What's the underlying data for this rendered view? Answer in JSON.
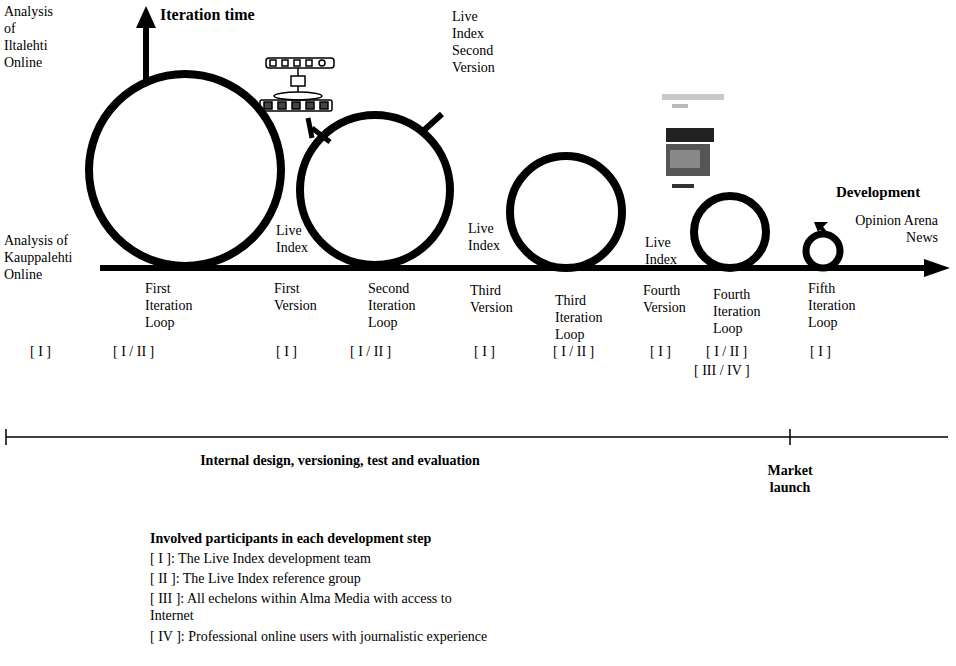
{
  "diagram": {
    "labels": [
      "Analysis of Iltalehti Online",
      "Iteration time",
      "Live Index Second Version",
      "Analysis of Kauppalehti Online",
      "Development",
      "Opinion Arena News",
      "First Iteration Loop",
      "Live Index",
      "First Version",
      "Second Iteration Loop",
      "Live Index",
      "Third Version",
      "Third Iteration Loop",
      "Live Index",
      "Fourth Version",
      "Fourth Iteration Loop",
      "Fifth Iteration Loop",
      "[ I ]",
      "[ I / II ]",
      "[ I ]",
      "[ I / II ]",
      "[ I ]",
      "[ I / II ]",
      "[ I ]",
      "[ I / II ]",
      "[ III / IV ]",
      "[ I ]",
      "Internal design, versioning, test and evaluation",
      "Market launch",
      "Involved participants in each development step",
      "[ I ]: The Live Index development team",
      "[ II ]: The Live Index reference group",
      "[ III ]: All echelons within Alma Media with access to Internet",
      "[ IV ]: Professional online users with journalistic experience"
    ]
  }
}
